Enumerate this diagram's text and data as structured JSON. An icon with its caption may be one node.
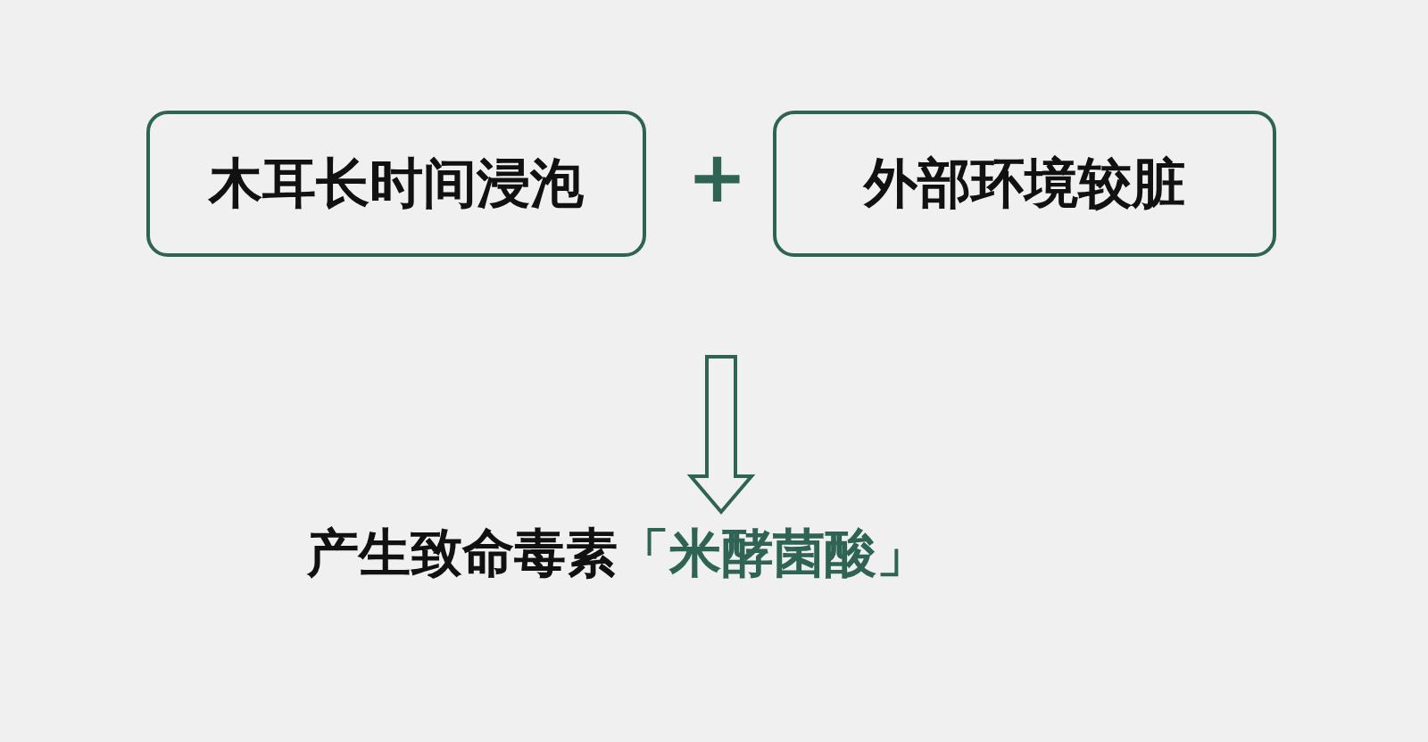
{
  "diagram": {
    "nodes": [
      {
        "text": [
          "木耳长时间浸泡"
        ]
      },
      {
        "text": [
          "外部环境较脏"
        ]
      },
      {
        "text": [
          "产生致命毒素",
          "「米酵菌酸」"
        ]
      }
    ],
    "edges": [
      {
        "from": null,
        "to": 2,
        "arrow": "to"
      }
    ],
    "labels": [
      "+"
    ]
  }
}
